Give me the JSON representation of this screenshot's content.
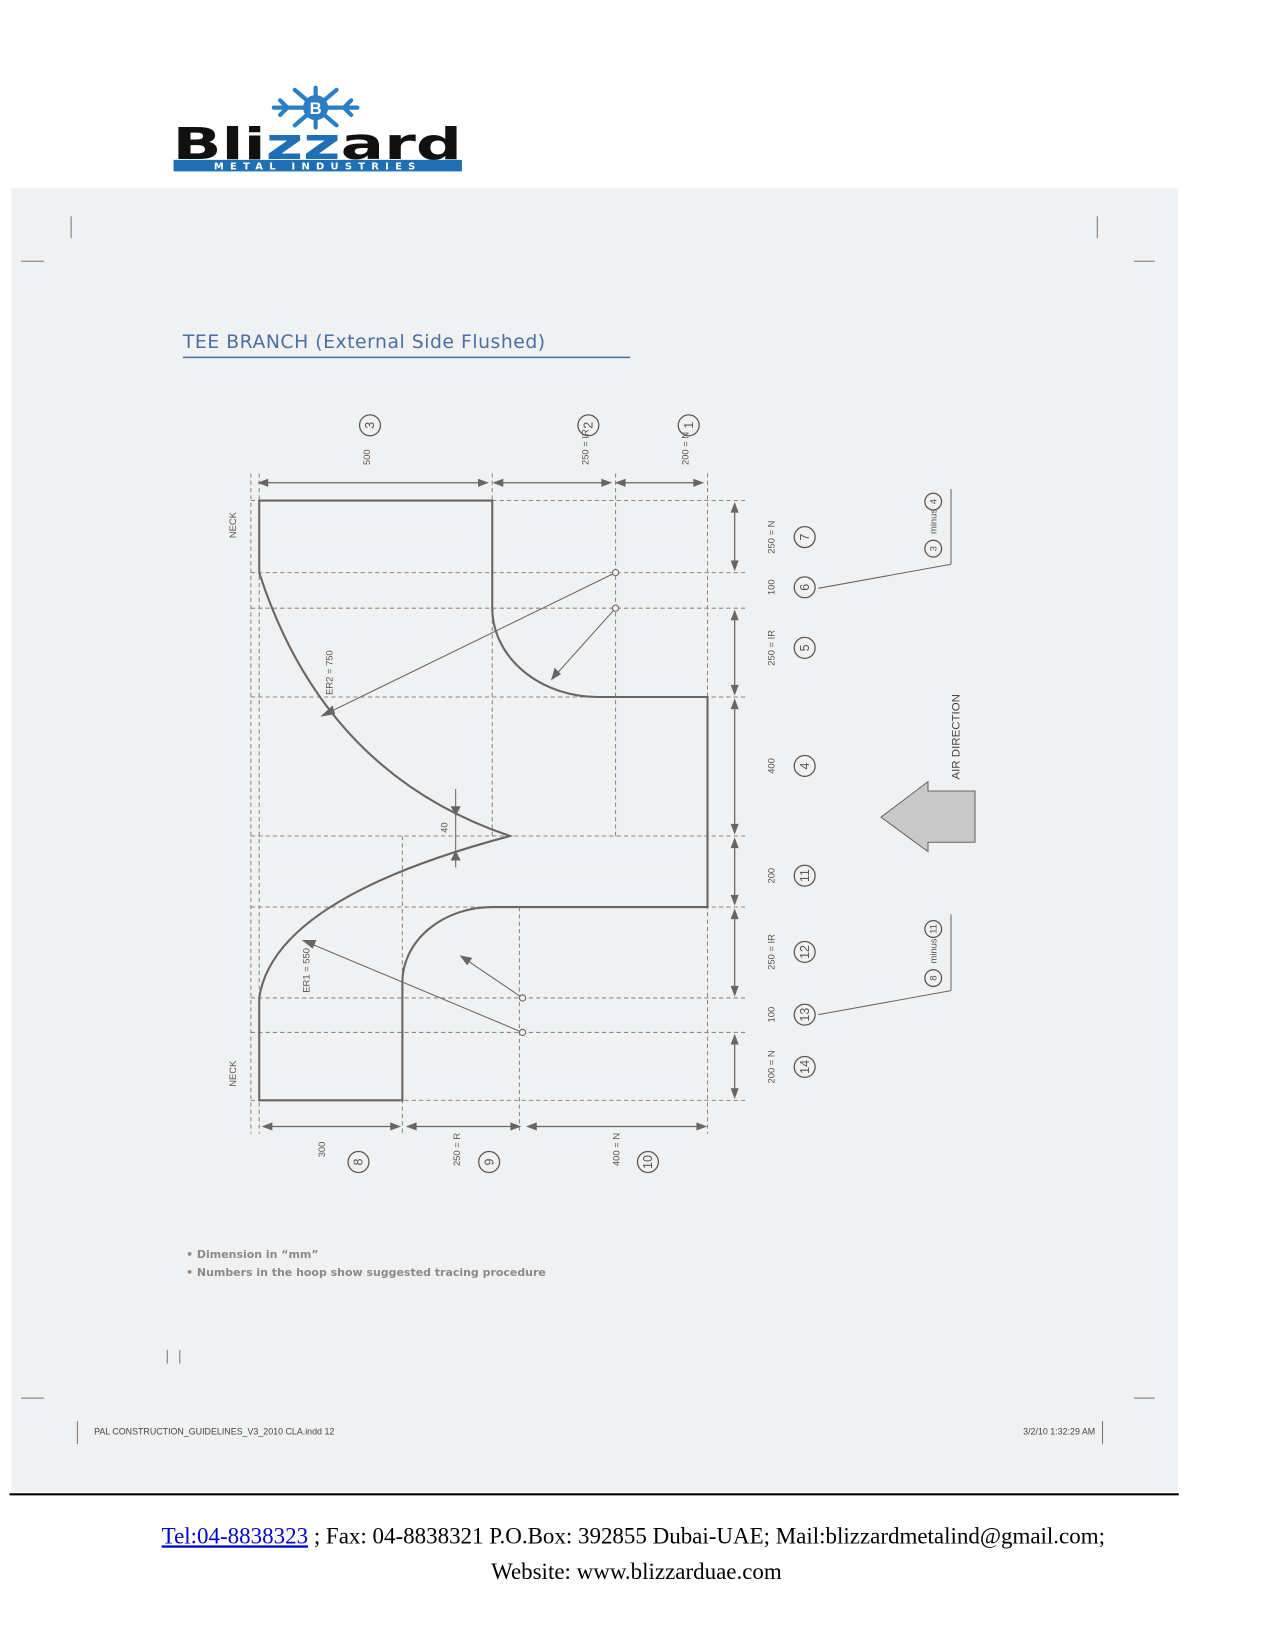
{
  "logo": {
    "brand": "Blizzard",
    "brand_parts": [
      "Bl",
      "i",
      "zz",
      "ard"
    ],
    "tagline": "METAL INDUSTRIES",
    "emblem_letter": "B",
    "brand_blue": "#1f6fb5"
  },
  "page": {
    "title": "TEE BRANCH (External Side Flushed)",
    "title_color": "#4a6fa0",
    "diagram": {
      "neck_top": "NECK",
      "neck_bottom": "NECK",
      "top_dims": [
        {
          "value": "500",
          "step": "3"
        },
        {
          "value": "250 = IR",
          "step": "2"
        },
        {
          "value": "200 = N",
          "step": "1"
        }
      ],
      "right_dims": [
        {
          "value": "250 = N",
          "step": "7"
        },
        {
          "value": "100",
          "step": "6"
        },
        {
          "value": "250 = IR",
          "step": "5"
        },
        {
          "value": "400",
          "step": "4"
        },
        {
          "value": "200",
          "step": "11"
        },
        {
          "value": "250 = IR",
          "step": "12"
        },
        {
          "value": "100",
          "step": "13"
        },
        {
          "value": "200 = N",
          "step": "14"
        }
      ],
      "bottom_dims": [
        {
          "value": "300",
          "step": "8"
        },
        {
          "value": "250 = R",
          "step": "9"
        },
        {
          "value": "400 = N",
          "step": "10"
        }
      ],
      "er2": "ER2 = 750",
      "er1": "ER1 = 550",
      "gap": "40",
      "callout_top": {
        "a": "3",
        "op": "minus",
        "b": "4"
      },
      "callout_bottom": {
        "a": "8",
        "op": "minus",
        "b": "11"
      },
      "air_direction": "AIR DIRECTION"
    },
    "notes": [
      "• Dimension in “mm”",
      "• Numbers in the hoop show suggested tracing procedure"
    ],
    "slug_left": "PAL CONSTRUCTION_GUIDELINES_V3_2010  CLA.indd   12",
    "slug_right": "3/2/10   1:32:29 AM"
  },
  "footer": {
    "tel": "Tel:04-8838323",
    "line1_rest": " ; Fax: 04-8838321 P.O.Box: 392855 Dubai-UAE; Mail:blizzardmetalind@gmail.com;",
    "line2": "Website: www.blizzarduae.com"
  }
}
